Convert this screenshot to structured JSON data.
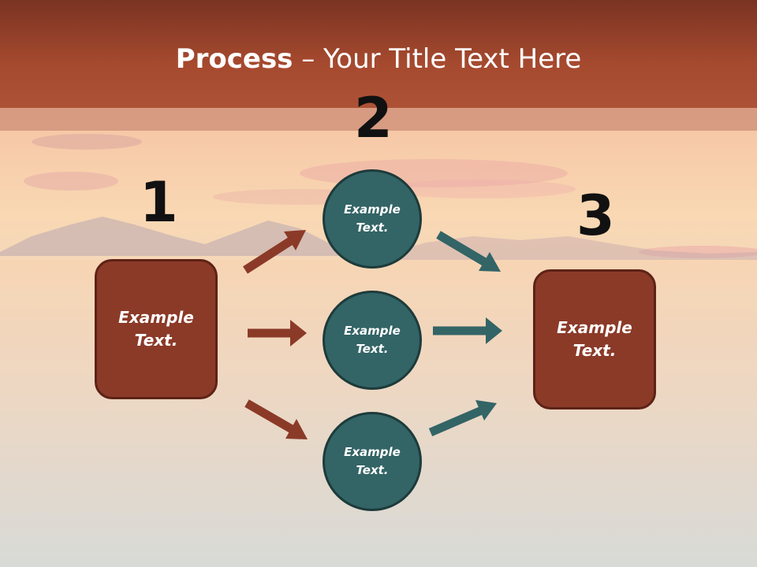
{
  "title": {
    "bold": "Process",
    "rest": " – Your Title Text Here"
  },
  "step_numbers": [
    "1",
    "2",
    "3"
  ],
  "nodes": {
    "left_box": "Example\nText.",
    "circle_top": "Example\nText.",
    "circle_middle": "Example\nText.",
    "circle_bottom": "Example\nText.",
    "right_box": "Example\nText."
  },
  "colors": {
    "header": "#a64a2f",
    "box_fill": "#8b3a28",
    "circle_fill": "#336466",
    "arrow_left": "#8b3a28",
    "arrow_right": "#336466"
  }
}
